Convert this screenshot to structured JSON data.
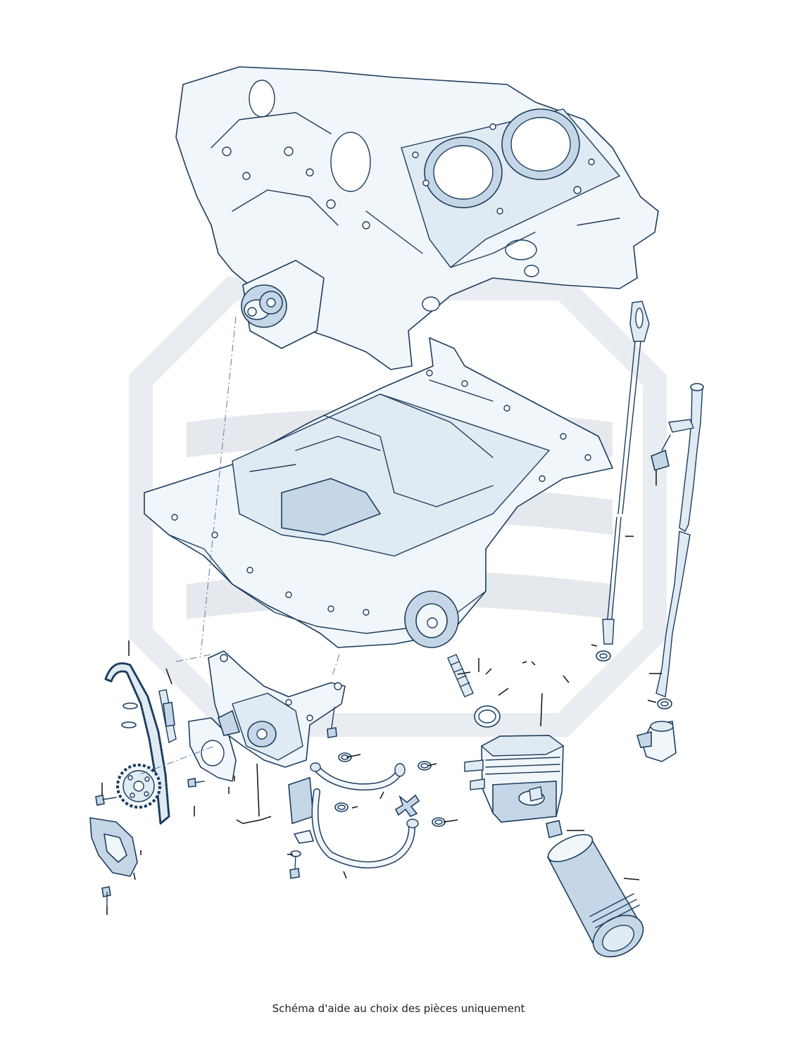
{
  "caption": "Schéma d'aide au choix des pièces uniquement",
  "colors": {
    "outline": "#1d3d5e",
    "part_fill": "#f1f6fa",
    "shade": "#c5d7e7",
    "watermark": "#e5e9ee"
  },
  "parts": [
    "engine-block",
    "crankshaft-sprocket",
    "oil-sump",
    "oil-dipstick",
    "dipstick-guide-tube",
    "timing-chain",
    "chain-tensioner",
    "oil-pump-sprocket",
    "chain-cover",
    "oil-pump",
    "oil-cooler",
    "oil-filter",
    "oil-pipe",
    "pipe-bracket",
    "seal-ring",
    "bolt",
    "threaded-connector",
    "drain-plug"
  ]
}
